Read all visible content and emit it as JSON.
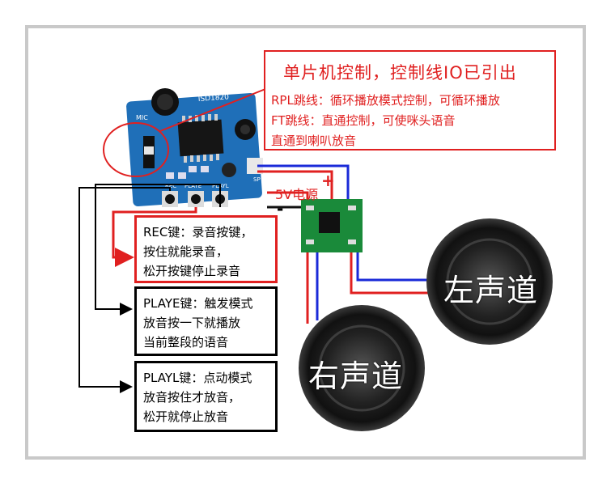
{
  "title_box": {
    "title": "单片机控制，控制线IO已引出",
    "line1": "RPL跳线：循环播放模式控制，可循环播放",
    "line2": "FT跳线：直通控制，可使咪头语音",
    "line3": "直通到喇叭放音"
  },
  "rec_note": {
    "line1": "REC键：录音按键，",
    "line2": "按住就能录音，",
    "line3": "松开按键停止录音"
  },
  "playe_note": {
    "line1": "PLAYE键：触发模式",
    "line2": "放音按一下就播放",
    "line3": "当前整段的语音"
  },
  "playl_note": {
    "line1": "PLAYL键：点动模式",
    "line2": "放音按住才放音，",
    "line3": "松开就停止放音"
  },
  "power": {
    "label": "5V电源",
    "plus": "+",
    "minus": "-"
  },
  "speakers": {
    "left": "左声道",
    "right": "右声道"
  },
  "board_silkscreen": {
    "chip": "ISD1820",
    "mic": "MIC",
    "rec": "REC",
    "playe": "PLAYE",
    "playl": "PLAYL",
    "sp": "SP"
  },
  "colors": {
    "red_wire": "#e02020",
    "blue_wire": "#1a2ad8",
    "board": "#1f6fb8",
    "amp_board": "#1a8a3a"
  }
}
